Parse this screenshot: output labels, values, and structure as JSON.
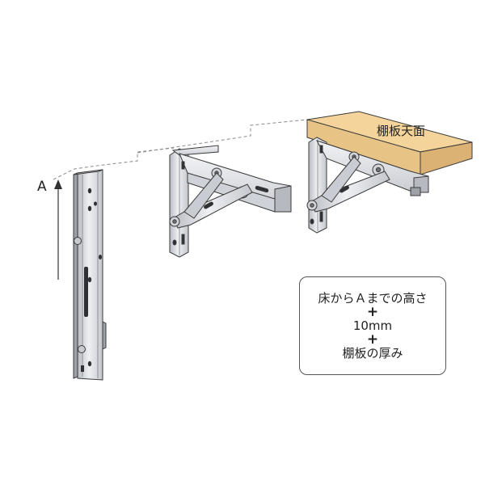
{
  "labels": {
    "height_marker": "A",
    "shelf_top": "棚板天面"
  },
  "formula": {
    "line1": "床からＡまでの高さ",
    "plus1": "+",
    "line2": "10mm",
    "plus2": "+",
    "line3": "棚板の厚み"
  },
  "colors": {
    "steel": "#dcdde2",
    "steel_dark": "#8f929a",
    "outline": "#3a3a3a",
    "shelf_wood": "#f4d49a",
    "shelf_wood_edge": "#d9b273",
    "guide_line": "#8a8a8a"
  }
}
